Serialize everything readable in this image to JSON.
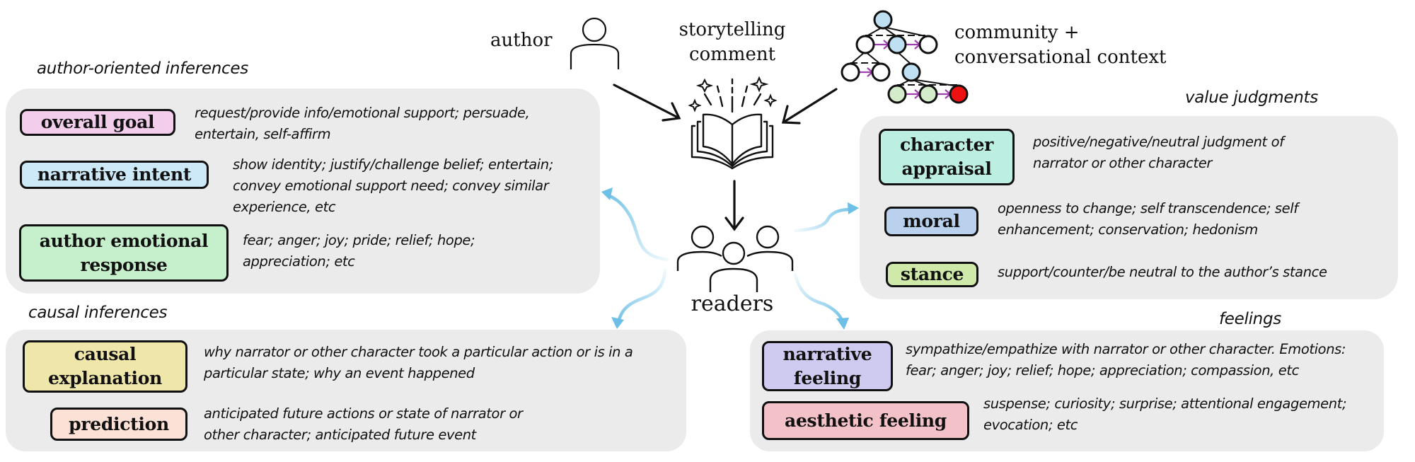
{
  "top": {
    "author_label": "author",
    "storytelling_comment_lines": [
      "storytelling",
      "comment"
    ],
    "context_lines": [
      "community +",
      "conversational context"
    ],
    "readers_label": "readers"
  },
  "colors": {
    "panel": "#ebebeb",
    "flow_arrow": "#6cbfe6",
    "tree_arrow": "#a040b0",
    "node_blue": "#bfe0f2",
    "node_green": "#d4ecc9",
    "node_red": "#ee1111",
    "node_white": "#ffffff"
  },
  "sections": {
    "author": {
      "title": "author-oriented inferences",
      "items": [
        {
          "tag_lines": [
            "overall goal"
          ],
          "color": "#f3cdec",
          "desc_lines": [
            "request/provide info/emotional support; persuade,",
            "entertain, self-affirm"
          ]
        },
        {
          "tag_lines": [
            "narrative intent"
          ],
          "color": "#cde9f8",
          "desc_lines": [
            "show identity; justify/challenge belief; entertain;",
            "convey emotional support need; convey similar",
            "experience, etc"
          ]
        },
        {
          "tag_lines": [
            "author emotional",
            "response"
          ],
          "color": "#c6efcb",
          "desc_lines": [
            "fear; anger; joy; pride; relief; hope;",
            "appreciation; etc"
          ]
        }
      ]
    },
    "causal": {
      "title": "causal inferences",
      "items": [
        {
          "tag_lines": [
            "causal",
            "explanation"
          ],
          "color": "#efe7aa",
          "desc_lines": [
            "why narrator or other character took a particular action or is in a",
            "particular state; why an event happened"
          ]
        },
        {
          "tag_lines": [
            "prediction"
          ],
          "color": "#fbe1d6",
          "desc_lines": [
            "anticipated future actions or state of narrator or",
            "other character; anticipated future event"
          ]
        }
      ]
    },
    "value": {
      "title": "value judgments",
      "items": [
        {
          "tag_lines": [
            "character",
            "appraisal"
          ],
          "color": "#bdeee2",
          "desc_lines": [
            "positive/negative/neutral judgment of",
            "narrator or other character"
          ]
        },
        {
          "tag_lines": [
            "moral"
          ],
          "color": "#b9d1ec",
          "desc_lines": [
            "openness to change; self transcendence; self",
            "enhancement; conservation; hedonism"
          ]
        },
        {
          "tag_lines": [
            "stance"
          ],
          "color": "#cfe9a8",
          "desc_lines": [
            "support/counter/be neutral to the author’s stance"
          ]
        }
      ]
    },
    "feelings": {
      "title": "feelings",
      "items": [
        {
          "tag_lines": [
            "narrative",
            "feeling"
          ],
          "color": "#cfcbf0",
          "desc_lines": [
            "sympathize/empathize with narrator or other character. Emotions:",
            "fear; anger; joy; relief; hope; appreciation; compassion, etc"
          ]
        },
        {
          "tag_lines": [
            "aesthetic feeling"
          ],
          "color": "#f2c2c8",
          "desc_lines": [
            "suspense; curiosity; surprise; attentional engagement;",
            "evocation; etc"
          ]
        }
      ]
    }
  },
  "tree": {
    "nodes": [
      {
        "id": "root",
        "fill": "blue"
      },
      {
        "id": "a1",
        "fill": "white"
      },
      {
        "id": "a2",
        "fill": "blue"
      },
      {
        "id": "a3",
        "fill": "white"
      },
      {
        "id": "b1",
        "fill": "white"
      },
      {
        "id": "b2",
        "fill": "white"
      },
      {
        "id": "b3",
        "fill": "blue"
      },
      {
        "id": "c1",
        "fill": "green"
      },
      {
        "id": "c2",
        "fill": "green"
      },
      {
        "id": "c3",
        "fill": "red"
      }
    ]
  }
}
